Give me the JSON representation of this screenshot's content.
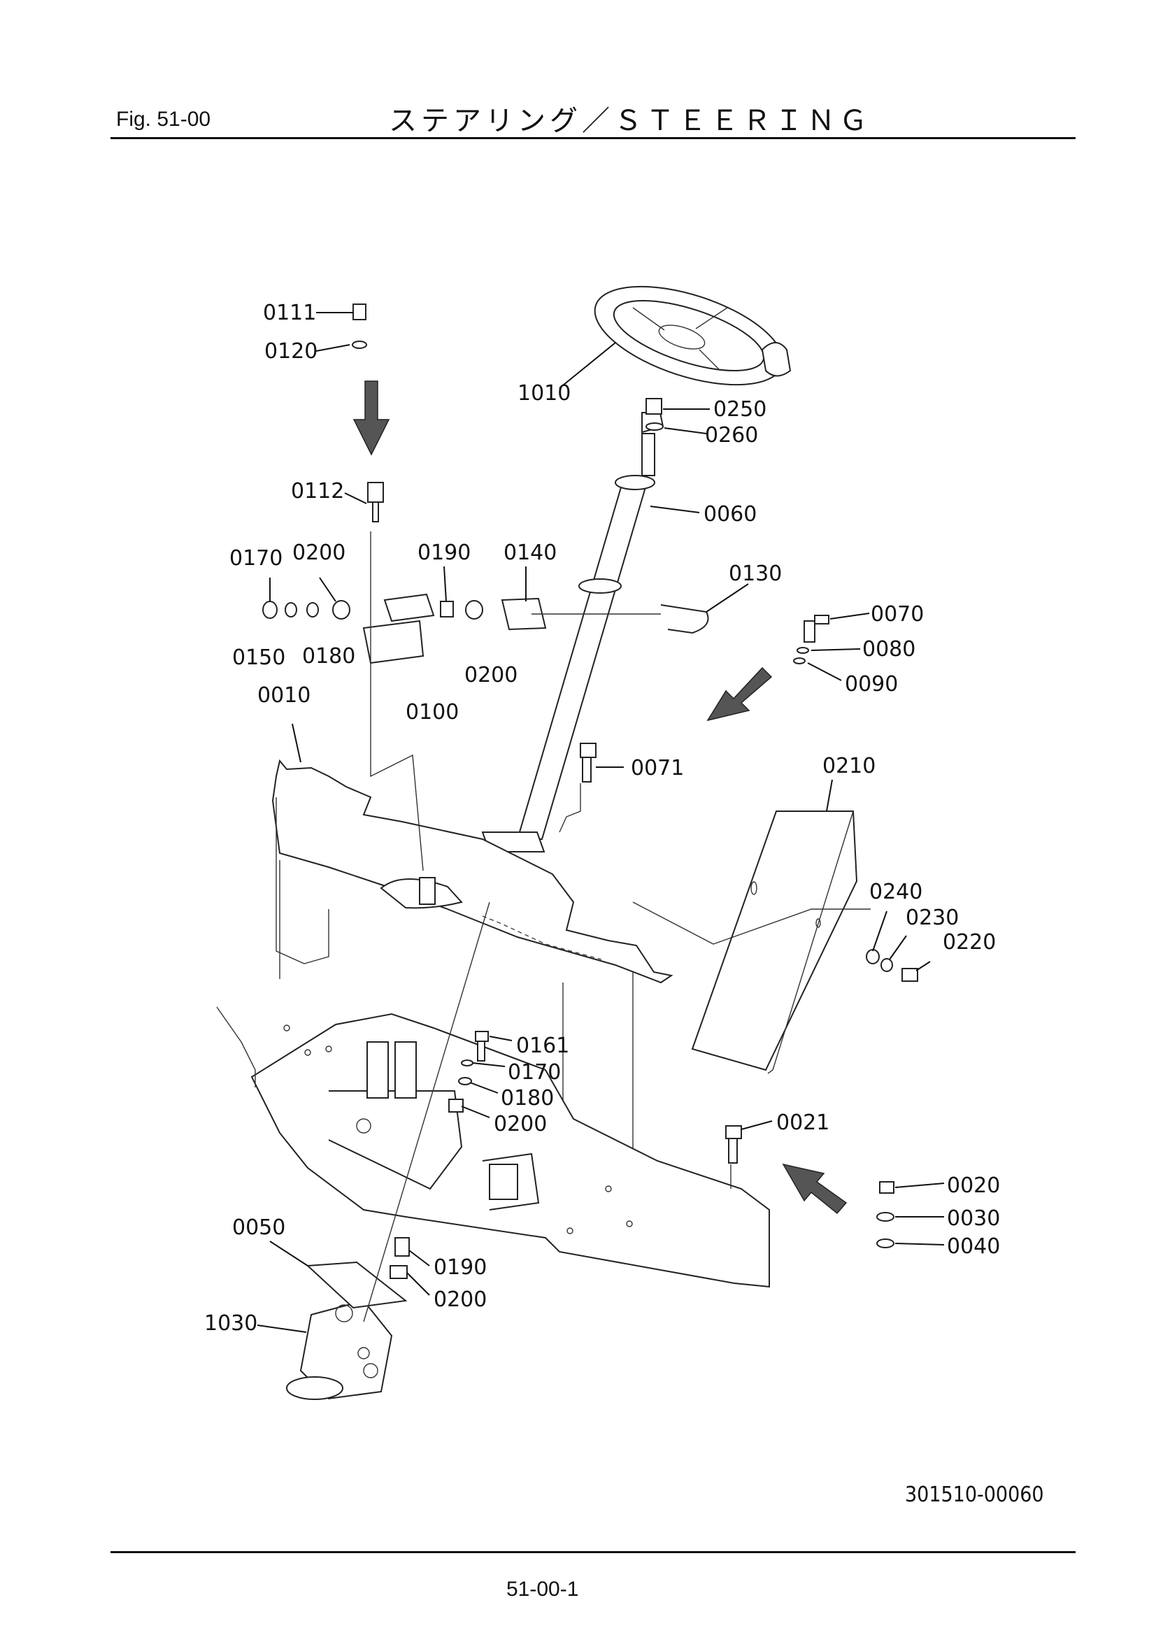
{
  "header": {
    "fig_label": "Fig.  51-00",
    "title": "ステアリング／ＳＴＥＥＲＩＮＧ"
  },
  "drawing_number": "301510-00060",
  "page_number": "51-00-1",
  "callouts": [
    "0111",
    "0120",
    "1010",
    "0250",
    "0260",
    "0112",
    "0060",
    "0170",
    "0200",
    "0190",
    "0140",
    "0130",
    "0070",
    "0080",
    "0090",
    "0150",
    "0180",
    "0100",
    "0200",
    "0010",
    "0071",
    "0210",
    "0240",
    "0230",
    "0220",
    "0161",
    "0170",
    "0180",
    "0200",
    "0021",
    "0020",
    "0030",
    "0040",
    "0050",
    "0190",
    "0200",
    "1030"
  ]
}
